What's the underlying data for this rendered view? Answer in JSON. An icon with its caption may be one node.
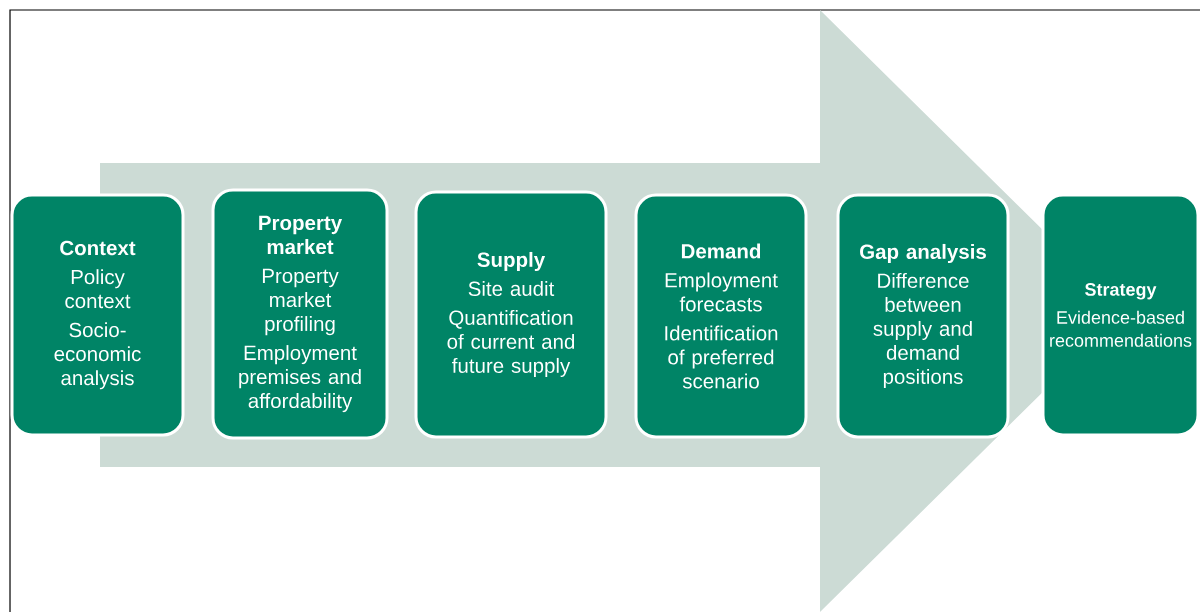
{
  "diagram": {
    "nodes": [
      {
        "text": [
          "Context",
          "Policy context",
          "Socio-economic analysis"
        ]
      },
      {
        "text": [
          "Property market",
          "Property market profiling",
          "Employment premises and affordability"
        ]
      },
      {
        "text": [
          "Supply",
          "Site audit",
          "Quantification of current and future supply"
        ]
      },
      {
        "text": [
          "Demand",
          "Employment forecasts",
          "Identification of preferred scenario"
        ]
      },
      {
        "text": [
          "Gap analysis",
          "Difference between supply and demand positions"
        ]
      },
      {
        "text": [
          "Strategy",
          "Evidence-based recommendations"
        ]
      }
    ],
    "edges": [
      {
        "from": 0,
        "to": 5,
        "arrow": "to"
      }
    ]
  }
}
